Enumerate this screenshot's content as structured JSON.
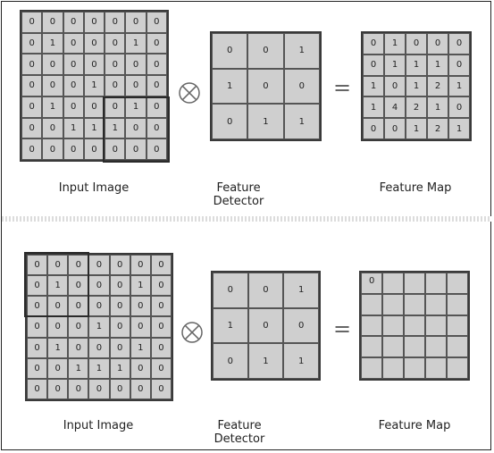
{
  "input_image": [
    [
      "0",
      "0",
      "0",
      "0",
      "0",
      "0",
      "0"
    ],
    [
      "0",
      "1",
      "0",
      "0",
      "0",
      "1",
      "0"
    ],
    [
      "0",
      "0",
      "0",
      "0",
      "0",
      "0",
      "0"
    ],
    [
      "0",
      "0",
      "0",
      "1",
      "0",
      "0",
      "0"
    ],
    [
      "0",
      "1",
      "0",
      "0",
      "0",
      "1",
      "0"
    ],
    [
      "0",
      "0",
      "1",
      "1",
      "1",
      "0",
      "0"
    ],
    [
      "0",
      "0",
      "0",
      "0",
      "0",
      "0",
      "0"
    ]
  ],
  "feature_detector": [
    [
      "0",
      "0",
      "1"
    ],
    [
      "1",
      "0",
      "0"
    ],
    [
      "0",
      "1",
      "1"
    ]
  ],
  "top": {
    "feature_map": [
      [
        "0",
        "1",
        "0",
        "0",
        "0"
      ],
      [
        "0",
        "1",
        "1",
        "1",
        "0"
      ],
      [
        "1",
        "0",
        "1",
        "2",
        "1"
      ],
      [
        "1",
        "4",
        "2",
        "1",
        "0"
      ],
      [
        "0",
        "0",
        "1",
        "2",
        "1"
      ]
    ],
    "labels": {
      "input": "Input Image",
      "detector": "Feature\nDetector",
      "map": "Feature Map"
    }
  },
  "bottom": {
    "feature_map": [
      [
        "0",
        "",
        "",
        "",
        ""
      ],
      [
        "",
        "",
        "",
        "",
        ""
      ],
      [
        "",
        "",
        "",
        "",
        ""
      ],
      [
        "",
        "",
        "",
        "",
        ""
      ],
      [
        "",
        "",
        "",
        "",
        ""
      ]
    ],
    "labels": {
      "input": "Input Image",
      "detector": "Feature\nDetector",
      "map": "Feature Map"
    }
  },
  "operators": {
    "equals": "=",
    "convolve_icon": "circled-times-icon"
  },
  "colors": {
    "cell_fill": "#cfcfcf",
    "border": "#3a3a3a"
  }
}
